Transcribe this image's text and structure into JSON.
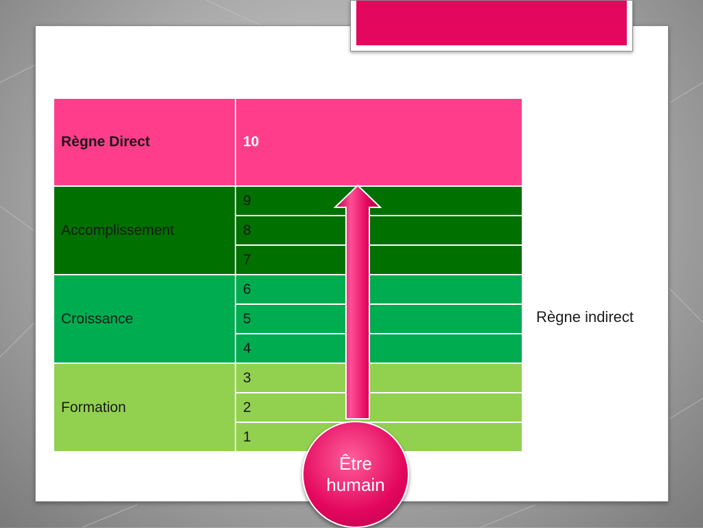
{
  "colors": {
    "title_fill": "#e3075d",
    "direct_row": "#ff3d8b",
    "accomplissement": "#007000",
    "croissance": "#00ac50",
    "formation": "#92d050",
    "arrow": "#e3075d"
  },
  "table": {
    "header": {
      "label": "Règne Direct",
      "value": "10"
    },
    "sections": [
      {
        "label": "Accomplissement",
        "values": [
          "9",
          "8",
          "7"
        ]
      },
      {
        "label": "Croissance",
        "values": [
          "6",
          "5",
          "4"
        ]
      },
      {
        "label": "Formation",
        "values": [
          "3",
          "2",
          "1"
        ]
      }
    ]
  },
  "side_label": "Règne indirect",
  "circle": {
    "line1": "Être",
    "line2": "humain"
  }
}
